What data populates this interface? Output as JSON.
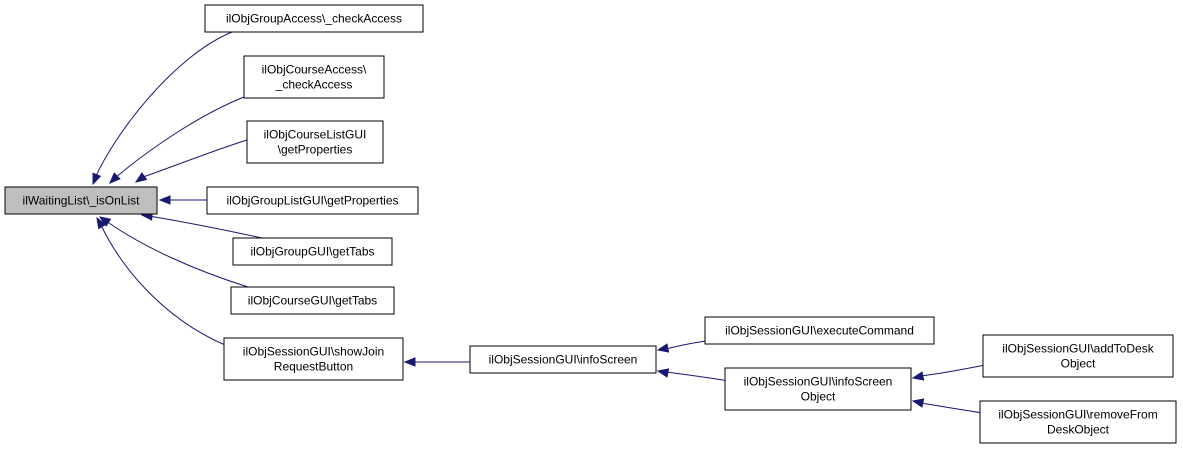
{
  "colors": {
    "edge": "#191970",
    "root_fill": "#bfbfbf",
    "node_fill": "#ffffff",
    "node_border": "#000000"
  },
  "nodes": [
    {
      "id": "root",
      "lines": [
        "ilWaitingList\\_isOnList"
      ]
    },
    {
      "id": "grpacc",
      "lines": [
        "ilObjGroupAccess\\_checkAccess"
      ]
    },
    {
      "id": "crsacc",
      "lines": [
        "ilObjCourseAccess\\",
        "_checkAccess"
      ]
    },
    {
      "id": "crslist",
      "lines": [
        "ilObjCourseListGUI",
        "\\getProperties"
      ]
    },
    {
      "id": "grplist",
      "lines": [
        "ilObjGroupListGUI\\getProperties"
      ]
    },
    {
      "id": "grpgui",
      "lines": [
        "ilObjGroupGUI\\getTabs"
      ]
    },
    {
      "id": "crsgui",
      "lines": [
        "ilObjCourseGUI\\getTabs"
      ]
    },
    {
      "id": "sessjoin",
      "lines": [
        "ilObjSessionGUI\\showJoin",
        "RequestButton"
      ]
    },
    {
      "id": "sessinfo",
      "lines": [
        "ilObjSessionGUI\\infoScreen"
      ]
    },
    {
      "id": "sessexec",
      "lines": [
        "ilObjSessionGUI\\executeCommand"
      ]
    },
    {
      "id": "sessinfoobj",
      "lines": [
        "ilObjSessionGUI\\infoScreen",
        "Object"
      ]
    },
    {
      "id": "sessadd",
      "lines": [
        "ilObjSessionGUI\\addToDesk",
        "Object"
      ]
    },
    {
      "id": "sessrem",
      "lines": [
        "ilObjSessionGUI\\removeFrom",
        "DeskObject"
      ]
    }
  ],
  "edges": [
    {
      "from": "grpacc",
      "to": "root"
    },
    {
      "from": "crsacc",
      "to": "root"
    },
    {
      "from": "crslist",
      "to": "root"
    },
    {
      "from": "grplist",
      "to": "root"
    },
    {
      "from": "grpgui",
      "to": "root"
    },
    {
      "from": "crsgui",
      "to": "root"
    },
    {
      "from": "sessjoin",
      "to": "root"
    },
    {
      "from": "sessinfo",
      "to": "sessjoin"
    },
    {
      "from": "sessexec",
      "to": "sessinfo"
    },
    {
      "from": "sessinfoobj",
      "to": "sessinfo"
    },
    {
      "from": "sessadd",
      "to": "sessinfoobj"
    },
    {
      "from": "sessrem",
      "to": "sessinfoobj"
    }
  ]
}
